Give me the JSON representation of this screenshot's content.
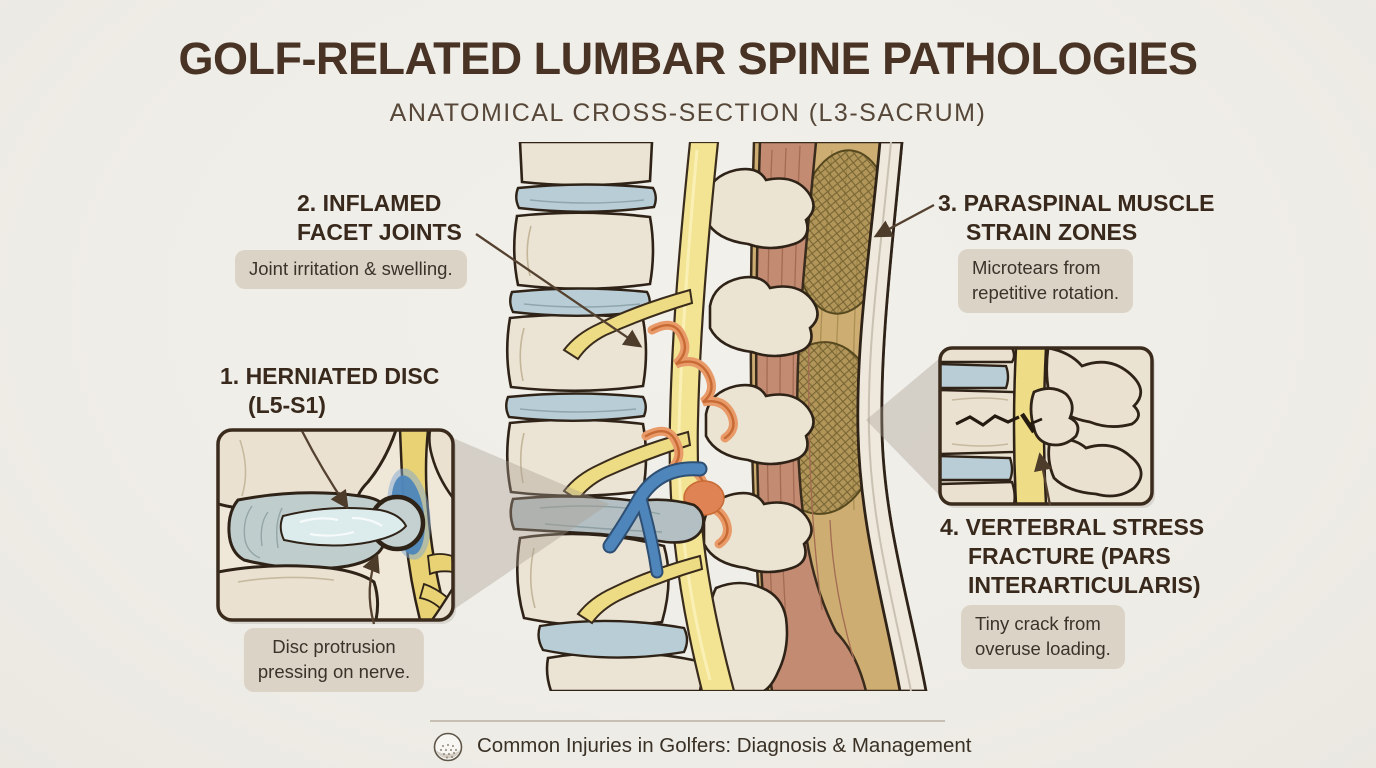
{
  "header": {
    "title": "GOLF-RELATED LUMBAR SPINE PATHOLOGIES",
    "subtitle": "ANATOMICAL CROSS-SECTION (L3-SACRUM)"
  },
  "annotations": {
    "herniated_disc": {
      "heading_lines": [
        "1. HERNIATED DISC",
        "(L5-S1)"
      ],
      "caption_lines": [
        "Disc protrusion",
        "pressing on nerve."
      ]
    },
    "inflamed_facet_joints": {
      "heading_lines": [
        "2. INFLAMED",
        "FACET JOINTS"
      ],
      "caption_lines": [
        "Joint irritation & swelling."
      ]
    },
    "paraspinal_muscle_strain": {
      "heading_lines": [
        "3. PARASPINAL MUSCLE",
        "STRAIN ZONES"
      ],
      "caption_lines": [
        "Microtears from",
        "repetitive rotation."
      ]
    },
    "vertebral_stress_fracture": {
      "heading_lines": [
        "4. VERTEBRAL STRESS",
        "FRACTURE (PARS",
        "INTERARTICULARIS)"
      ],
      "caption_lines": [
        "Tiny crack from",
        "overuse loading."
      ]
    }
  },
  "footer": {
    "icon": "golf-ball-icon",
    "text": "Common Injuries in Golfers: Diagnosis & Management"
  },
  "colors": {
    "background": "#f0eeea",
    "title_text": "#483325",
    "heading_text": "#38291c",
    "caption_bg": "#dbd3c6",
    "caption_text": "#3b332a",
    "outline": "#2f2318",
    "bone": "#ebe3d3",
    "disc_blue": "#b9cdd6",
    "herniated_disc_gray": "#b3bfc2",
    "nerve_yellow": "#f2e492",
    "inflammation_orange": "#e89a68",
    "compressed_nerve_blue": "#4e86bb",
    "muscle_red": "#c48b73",
    "muscle_tan": "#cdad72",
    "strain_zone_olive": "#97803f",
    "skin": "#efe9dd",
    "arrow": "#54412f"
  }
}
